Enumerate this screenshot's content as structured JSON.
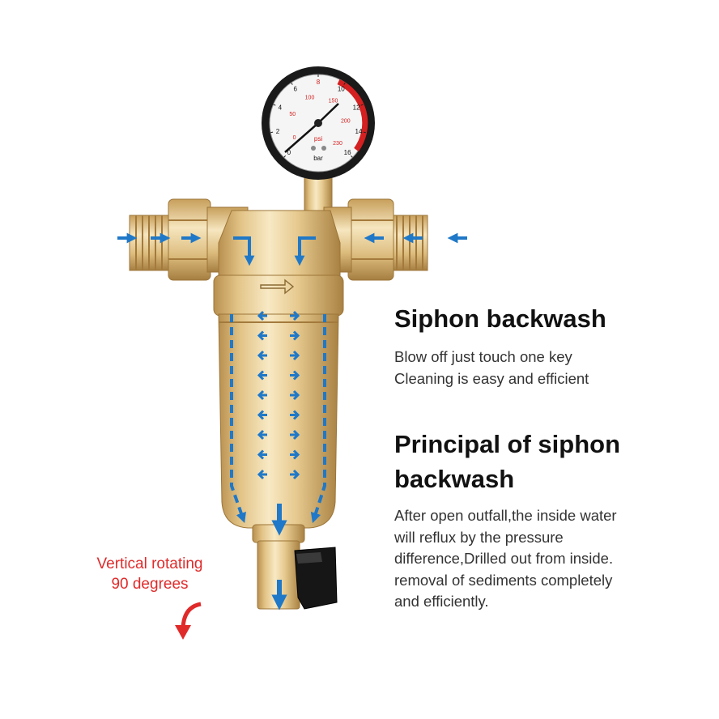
{
  "gauge": {
    "bar_ticks": [
      "0",
      "2",
      "4",
      "6",
      "8",
      "10",
      "12",
      "14",
      "16"
    ],
    "psi_ticks": [
      "0",
      "50",
      "100",
      "150",
      "200",
      "230"
    ],
    "unit_psi": "psi",
    "unit_bar": "bar"
  },
  "headline1": "Siphon backwash",
  "body1": [
    "Blow off just touch one key",
    "Cleaning is easy and efficient"
  ],
  "headline2": [
    "Principal of siphon",
    "backwash"
  ],
  "body2": [
    "After open outfall,the inside water",
    "will reflux by the pressure",
    "difference,Drilled out from inside.",
    "removal of sediments completely",
    "and efficiently."
  ],
  "rotation_note": [
    "Vertical rotating",
    "90 degrees"
  ],
  "colors": {
    "brass": "#e6c98e",
    "arrow_blue": "#1f78c8",
    "note_red": "#e02a2a",
    "gauge_red": "#d42020"
  },
  "icons": [
    "flow-arrow-icon",
    "rotate-arrow-icon",
    "valve-handle-icon"
  ]
}
